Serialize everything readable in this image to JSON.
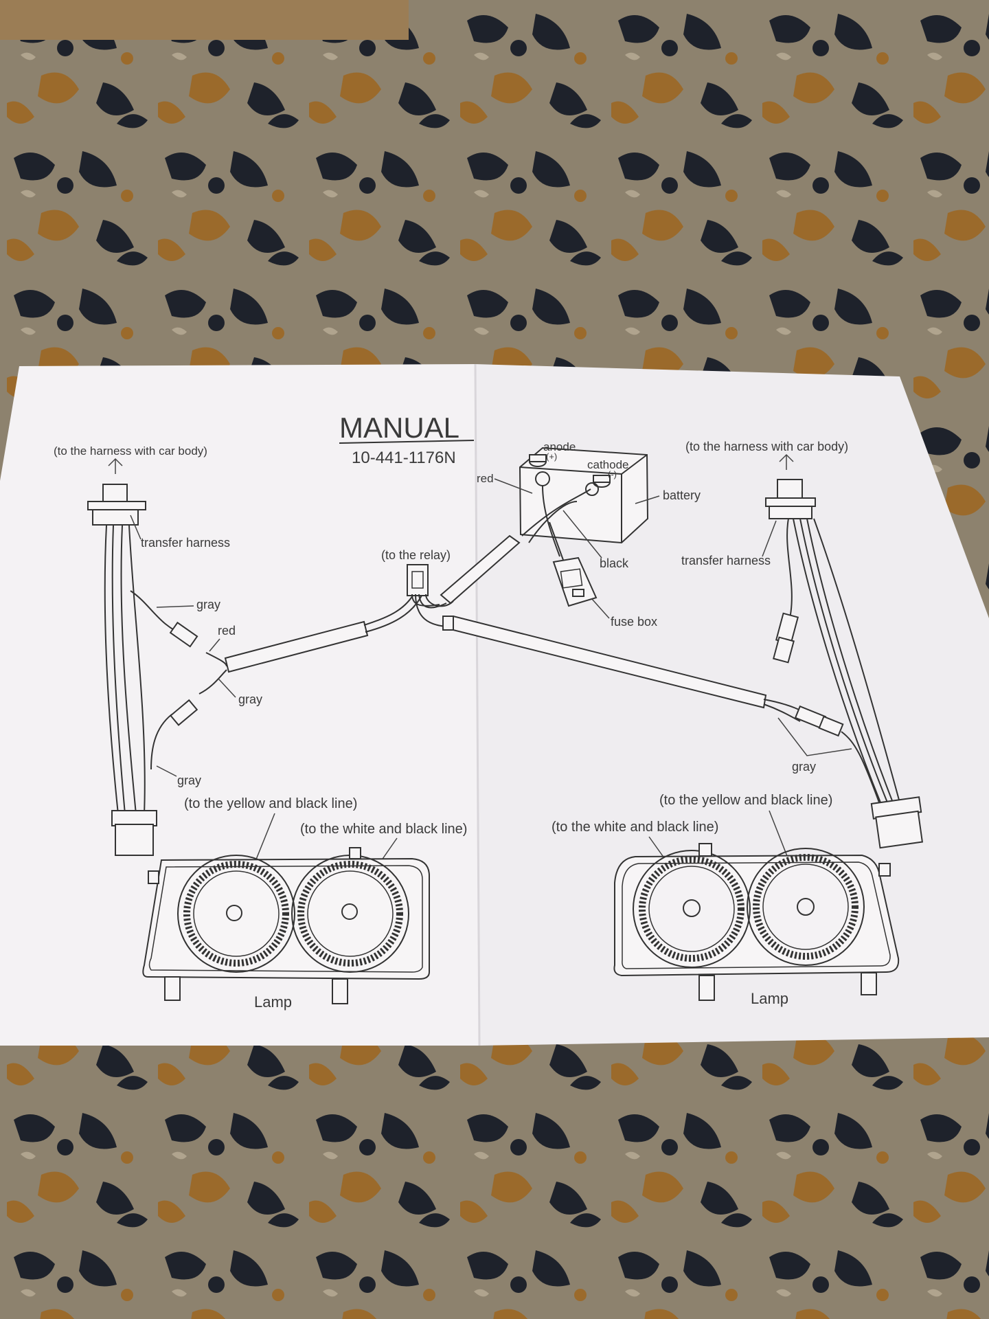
{
  "document": {
    "title": "MANUAL",
    "model": "10-441-1176N"
  },
  "left": {
    "harness_note": "(to the harness with car body)",
    "transfer_harness": "transfer harness",
    "wires": [
      "gray",
      "red",
      "gray",
      "gray"
    ],
    "to_yellow_black": "(to the yellow and black line)",
    "to_white_black": "(to the white and black line)",
    "lamp": "Lamp"
  },
  "center": {
    "to_relay": "(to the relay)",
    "red": "red",
    "black": "black",
    "anode": "anode",
    "anode_sign": "(+)",
    "cathode": "cathode",
    "cathode_sign": "(-)",
    "battery": "battery",
    "fuse_box": "fuse box"
  },
  "right": {
    "harness_note": "(to the harness with car body)",
    "transfer_harness": "transfer harness",
    "gray": "gray",
    "to_yellow_black": "(to the yellow and black line)",
    "to_white_black": "(to the white and black line)",
    "lamp": "Lamp"
  },
  "colors": {
    "paper": "#f3f1f3",
    "carpet_base": "#8a7e6a",
    "carpet_dark": "#1d2029",
    "carpet_gold": "#9a6a2c",
    "ink": "#333333"
  }
}
